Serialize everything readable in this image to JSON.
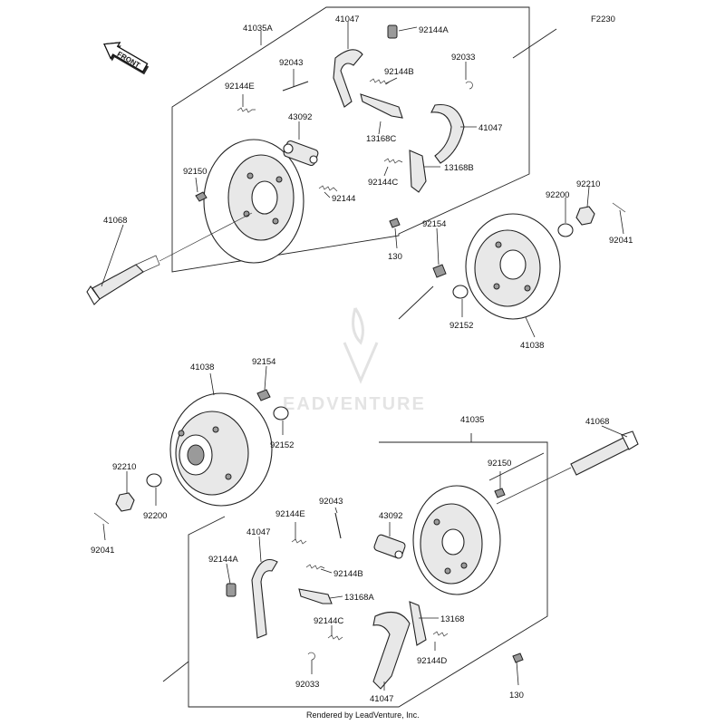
{
  "diagram_code": "F2230",
  "front_label": "FRONT",
  "watermark_text": "EADVENTURE",
  "footer_text": "Rendered by LeadVenture, Inc.",
  "top_assembly": {
    "frame_label": "41035A",
    "labels": {
      "shoe_upper": "41047",
      "clip_a": "92144A",
      "pin": "92043",
      "spring_b": "92144B",
      "cclip": "92033",
      "spring_e": "92144E",
      "cylinder": "43092",
      "lever_c": "13168C",
      "shoe_lower": "41047",
      "spring_c": "92144C",
      "lever_b": "13168B",
      "bolt": "92150",
      "spring": "92144",
      "washer": "92200",
      "nut": "92210",
      "axle": "41068",
      "cotter": "92041",
      "drain_bolt": "130",
      "drum_bolt": "92154",
      "seal": "92152",
      "drum": "41038"
    }
  },
  "bottom_assembly": {
    "frame_label": "41035",
    "labels": {
      "drum": "41038",
      "drum_bolt": "92154",
      "seal": "92152",
      "nut": "92210",
      "washer": "92200",
      "cotter": "92041",
      "axle": "41068",
      "bolt": "92150",
      "pin": "92043",
      "spring_e": "92144E",
      "cylinder": "43092",
      "shoe_upper": "41047",
      "clip_a": "92144A",
      "spring_b": "92144B",
      "lever_a": "13168A",
      "spring_c": "92144C",
      "lever": "13168",
      "spring_d": "92144D",
      "cclip": "92033",
      "shoe_lower": "41047",
      "drain_bolt": "130"
    }
  }
}
